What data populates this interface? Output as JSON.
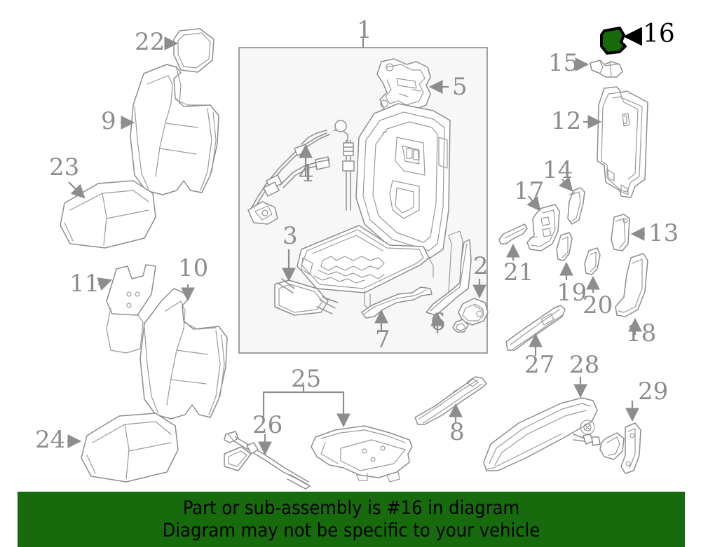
{
  "diagram": {
    "title": "Vehicle seat exploded parts diagram",
    "highlight_part_number": "16",
    "line_color": "#8d8d8d",
    "label_color": "#8d8d8d",
    "highlight_fill": "#186b0d",
    "highlight_stroke": "#000000",
    "group_box": {
      "label": "1",
      "fill": "#f7f7f7",
      "stroke": "#a0a0a0"
    },
    "callouts": [
      {
        "id": "1",
        "label": "1",
        "part": "seat-frame-assembly-group"
      },
      {
        "id": "2",
        "label": "2",
        "part": "recliner-motor"
      },
      {
        "id": "3",
        "label": "3",
        "part": "seat-wire-frame-panel"
      },
      {
        "id": "4",
        "label": "4",
        "part": "release-cable-assembly"
      },
      {
        "id": "5",
        "label": "5",
        "part": "upper-mounting-bracket"
      },
      {
        "id": "6",
        "label": "6",
        "part": "seat-adjuster-lever-right"
      },
      {
        "id": "7",
        "label": "7",
        "part": "seat-adjuster-lever-left"
      },
      {
        "id": "8",
        "label": "8",
        "part": "seat-track-rail"
      },
      {
        "id": "9",
        "label": "9",
        "part": "seat-back-cover-front"
      },
      {
        "id": "10",
        "label": "10",
        "part": "seat-back-cushion-foam"
      },
      {
        "id": "11",
        "label": "11",
        "part": "seat-back-pad-insert"
      },
      {
        "id": "12",
        "label": "12",
        "part": "seat-back-panel-trim"
      },
      {
        "id": "13",
        "label": "13",
        "part": "trim-cap-small"
      },
      {
        "id": "14",
        "label": "14",
        "part": "trim-clip-upper"
      },
      {
        "id": "15",
        "label": "15",
        "part": "adjuster-knob"
      },
      {
        "id": "16",
        "label": "16",
        "part": "seat-side-trim-bracket-highlighted"
      },
      {
        "id": "17",
        "label": "17",
        "part": "seat-side-shield-trim"
      },
      {
        "id": "18",
        "label": "18",
        "part": "outer-side-cover"
      },
      {
        "id": "19",
        "label": "19",
        "part": "trim-wedge-small"
      },
      {
        "id": "20",
        "label": "20",
        "part": "trim-wedge-lower"
      },
      {
        "id": "21",
        "label": "21",
        "part": "trim-strip-angled"
      },
      {
        "id": "22",
        "label": "22",
        "part": "headrest"
      },
      {
        "id": "23",
        "label": "23",
        "part": "seat-cushion-cover-upper"
      },
      {
        "id": "24",
        "label": "24",
        "part": "seat-cushion-foam-lower"
      },
      {
        "id": "25",
        "label": "25",
        "part": "under-seat-tray-bracket"
      },
      {
        "id": "26",
        "label": "26",
        "part": "wiring-harness-connector"
      },
      {
        "id": "27",
        "label": "27",
        "part": "side-rail-trim"
      },
      {
        "id": "28",
        "label": "28",
        "part": "armrest-assembly"
      },
      {
        "id": "29",
        "label": "29",
        "part": "armrest-hinge-bracket"
      }
    ]
  },
  "banner": {
    "line1": "Part or sub-assembly is #16 in diagram",
    "line2": "Diagram may not be specific to your vehicle",
    "background": "#186b0d"
  }
}
